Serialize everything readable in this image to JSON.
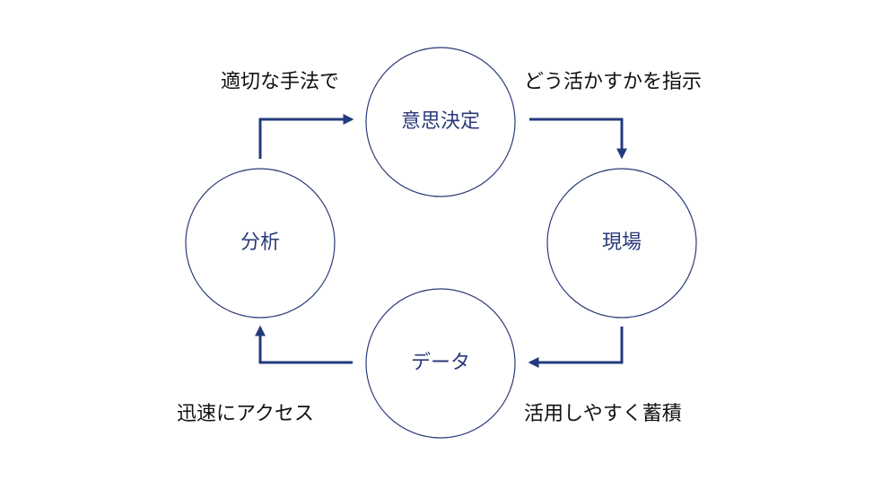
{
  "colors": {
    "circle_stroke": "#2b3a7a",
    "arrow": "#233a7c",
    "node_text": "#2b3a7a",
    "edge_text": "#111111",
    "background": "#ffffff"
  },
  "nodes": [
    {
      "id": "decision",
      "label": "意思決定"
    },
    {
      "id": "field",
      "label": "現場"
    },
    {
      "id": "data",
      "label": "データ"
    },
    {
      "id": "analysis",
      "label": "分析"
    }
  ],
  "edges": [
    {
      "from": "analysis",
      "to": "decision",
      "label": "適切な手法で"
    },
    {
      "from": "decision",
      "to": "field",
      "label": "どう活かすかを指示"
    },
    {
      "from": "field",
      "to": "data",
      "label": "活用しやすく蓄積"
    },
    {
      "from": "data",
      "to": "analysis",
      "label": "迅速にアクセス"
    }
  ]
}
